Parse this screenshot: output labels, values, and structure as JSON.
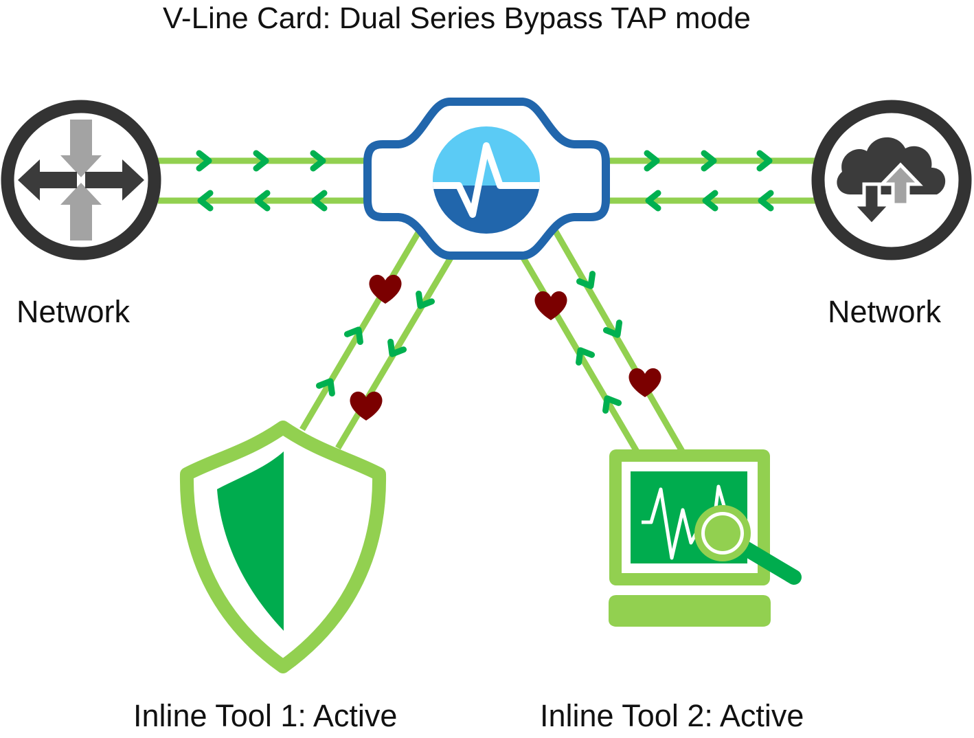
{
  "title": "V-Line Card: Dual Series Bypass TAP mode",
  "nodes": {
    "network_left": {
      "label": "Network",
      "icon": "router-arrows-icon"
    },
    "network_right": {
      "label": "Network",
      "icon": "cloud-transfer-icon"
    },
    "vline_card": {
      "icon": "heartbeat-pulse-icon"
    },
    "tool1": {
      "label": "Inline Tool 1: Active",
      "icon": "shield-icon"
    },
    "tool2": {
      "label": "Inline Tool 2: Active",
      "icon": "monitor-magnifier-icon"
    }
  },
  "colors": {
    "link_green": "#92D050",
    "arrow_green": "#00B050",
    "tool_green": "#00AC4E",
    "heart": "#7B0000",
    "card_border": "#2166AC",
    "card_top": "#5BCBF5",
    "network_ring": "#333333",
    "icon_dark": "#3B3B3B",
    "icon_grey": "#A3A3A3"
  }
}
